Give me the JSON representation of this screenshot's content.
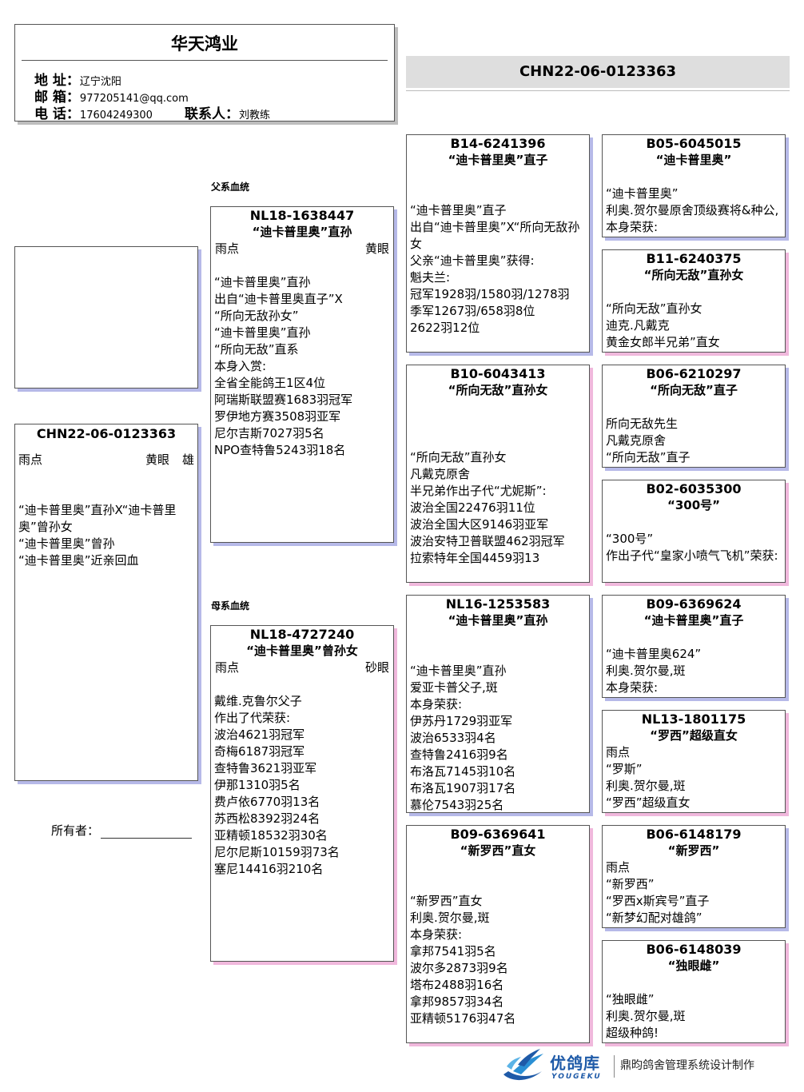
{
  "header": {
    "loft_name": "华天鸿业",
    "address_label": "地 址：",
    "address": "辽宁沈阳",
    "email_label": "邮 箱：",
    "email": "977205141@qq.com",
    "phone_label": "电 话：",
    "phone": "17604249300",
    "contact_label": "联系人：",
    "contact": "刘教练"
  },
  "ring_number": "CHN22-06-0123363",
  "labels": {
    "sire_line": "父系血统",
    "dam_line": "母系血统",
    "owner": "所有者："
  },
  "self": {
    "ring": "CHN22-06-0123363",
    "color": "雨点",
    "eye": "黄眼",
    "sex": "雄",
    "desc": [
      "“迪卡普里奥”直孙X“迪卡普里奥”曾孙女",
      "“迪卡普里奥”曾孙",
      "“迪卡普里奥”近亲回血"
    ]
  },
  "sire": {
    "ring": "NL18-1638447",
    "name": "“迪卡普里奥”直孙",
    "color": "雨点",
    "eye": "黄眼",
    "desc": [
      "",
      "“迪卡普里奥”直孙",
      "出自“迪卡普里奥直子”X",
      "“所向无敌孙女”",
      "“迪卡普里奥”直孙",
      "“所向无敌”直系",
      "本身入赏:",
      "全省全能鸽王1区4位",
      "阿瑞斯联盟赛1683羽冠军",
      "罗伊地方赛3508羽亚军",
      "尼尔吉斯7027羽5名",
      "NPO查特鲁5243羽18名"
    ]
  },
  "dam": {
    "ring": "NL18-4727240",
    "name": "“迪卡普里奥”曾孙女",
    "color": "雨点",
    "eye": "砂眼",
    "desc": [
      "",
      "戴维.克鲁尔父子",
      "作出了代荣获:",
      "波治4621羽冠军",
      "奇梅6187羽冠军",
      "查特鲁3621羽亚军",
      "伊那1310羽5名",
      "费卢依6770羽13名",
      "苏西松8392羽24名",
      "亚精顿18532羽30名",
      "尼尔尼斯10159羽73名",
      "塞尼14416羽210名"
    ]
  },
  "gen3": [
    {
      "ring": "B14-6241396",
      "name": "“迪卡普里奥”直子",
      "desc": [
        "",
        "",
        "“迪卡普里奥”直子",
        "出自“迪卡普里奥”X“所向无敌孙女",
        "父亲“迪卡普里奥”获得:",
        "魁夫兰:",
        "冠军1928羽/1580羽/1278羽",
        "季军1267羽/658羽8位",
        "2622羽12位"
      ]
    },
    {
      "ring": "B10-6043413",
      "name": "“所向无敌”直孙女",
      "desc": [
        "",
        "",
        "",
        "“所向无敌”直孙女",
        "凡戴克原舍",
        "半兄弟作出子代“尤妮斯”:",
        "波治全国22476羽11位",
        "波治全国大区9146羽亚军",
        "波治安特卫普联盟462羽冠军",
        "拉索特年全国4459羽13"
      ]
    },
    {
      "ring": "NL16-1253583",
      "name": "“迪卡普里奥”直孙",
      "desc": [
        "",
        "",
        "“迪卡普里奥”直孙",
        "爱亚卡普父子,斑",
        "本身荣获:",
        "伊苏丹1729羽亚军",
        "波治6533羽4名",
        "查特鲁2416羽9名",
        "布洛瓦7145羽10名",
        "布洛瓦1907羽17名",
        "慕伦7543羽25名"
      ]
    },
    {
      "ring": "B09-6369641",
      "name": "“新罗西”直女",
      "desc": [
        "",
        "",
        "“新罗西”直女",
        "利奥.贺尔曼,斑",
        "本身荣获:",
        "拿邦7541羽5名",
        "波尔多2873羽9名",
        "塔布2488羽16名",
        "拿邦9857羽34名",
        "亚精顿5176羽47名"
      ]
    }
  ],
  "gen4": [
    {
      "ring": "B05-6045015",
      "name": "“迪卡普里奥”",
      "desc": [
        "",
        "“迪卡普里奥”",
        "利奥.贺尔曼原舍顶级赛将&种公,本身荣获:"
      ]
    },
    {
      "ring": "B11-6240375",
      "name": "“所向无敌”直孙女",
      "desc": [
        "",
        "“所向无敌”直孙女",
        "迪克.凡戴克",
        "黄金女郎半兄弟”直女"
      ]
    },
    {
      "ring": "B06-6210297",
      "name": "“所向无敌”直子",
      "desc": [
        "",
        "所向无敌先生",
        "凡戴克原舍",
        "“所向无敌”直子"
      ]
    },
    {
      "ring": "B02-6035300",
      "name": "“300号”",
      "desc": [
        "",
        "“300号”",
        "作出子代“皇家小喷气飞机”荣获:"
      ]
    },
    {
      "ring": "B09-6369624",
      "name": "“迪卡普里奥”直子",
      "desc": [
        "",
        "“迪卡普里奥624”",
        "利奥.贺尔曼,斑",
        "本身荣获:"
      ]
    },
    {
      "ring": "NL13-1801175",
      "name": "“罗西”超级直女",
      "desc": [
        "雨点",
        "“罗斯”",
        "利奥.贺尔曼,斑",
        "“罗西”超级直女"
      ]
    },
    {
      "ring": "B06-6148179",
      "name": "“新罗西”",
      "desc": [
        "雨点",
        "“新罗西”",
        "“罗西x斯宾号”直子",
        "“新梦幻配对雄鸽”"
      ]
    },
    {
      "ring": "B06-6148039",
      "name": "“独眼雌”",
      "desc": [
        "",
        "“独眼雌”",
        "利奥.贺尔曼,斑",
        "超级种鸽!"
      ]
    }
  ],
  "footer": {
    "brand": "优鸽库",
    "brand_en": "YOUGEKU",
    "maker": "鼎昀鸽舍管理系统设计制作"
  }
}
